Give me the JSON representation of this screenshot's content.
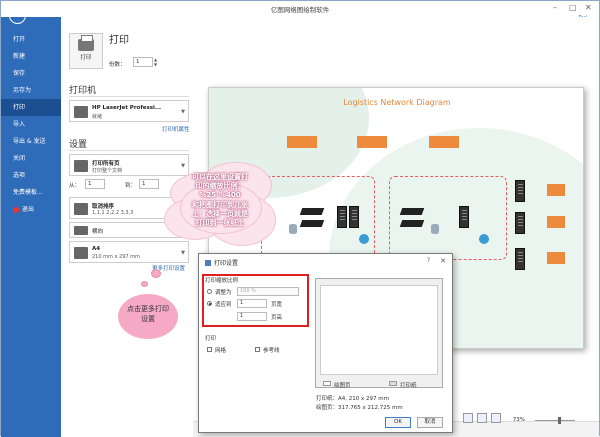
{
  "app": {
    "title": "亿图网络图绘制软件",
    "user": "Rui"
  },
  "backstage": {
    "items": [
      {
        "label": "打开"
      },
      {
        "label": "新建"
      },
      {
        "label": "保存"
      },
      {
        "label": "另存为"
      },
      {
        "label": "打印"
      },
      {
        "label": "导入"
      },
      {
        "label": "导出 & 发送"
      },
      {
        "label": "关闭"
      },
      {
        "label": "选项"
      },
      {
        "label": "免费模板..."
      },
      {
        "label": "退出"
      }
    ]
  },
  "print_panel": {
    "heading": "打印",
    "print_button": "打印",
    "copies_label": "份数：",
    "copies_value": "1",
    "printer_heading": "打印机",
    "printer_name": "HP LaserJet Professi...",
    "printer_status": "就绪",
    "printer_props": "打印机属性",
    "settings_heading": "设置",
    "range_title": "打印所有页",
    "range_sub": "打印整个文档",
    "from_label": "从：",
    "from_value": "1",
    "to_label": "到：",
    "to_value": "1",
    "collate_title": "取消排序",
    "collate_sub": "1,1,1  2,2,2  3,3,3",
    "orientation": "横向",
    "paper_title": "A4",
    "paper_sub": "210 mm x 297 mm",
    "more_settings": "更多打印设置"
  },
  "diagram": {
    "title": "Logistics Network Diagram"
  },
  "callouts": {
    "cloud_lines": [
      "可以在这里设置打",
      "印的缩放比例：",
      "%25-%400",
      "和把图打印到几张",
      "上：选择一页就是",
      "打印到一张纸上"
    ],
    "tip_lines": [
      "点击更多打印",
      "设置"
    ]
  },
  "dialog": {
    "title": "打印设置",
    "help": "?",
    "close": "✕",
    "scale_section": "打印缩放比例",
    "adjust_label": "调整为",
    "adjust_value": "100 %",
    "fit_label": "适应到",
    "fit_w": "1",
    "fit_w_unit": "页宽",
    "fit_h": "1",
    "fit_h_unit": "页高",
    "print_section": "打印",
    "grid_label": "网格",
    "guide_label": "参考线",
    "legend_drawing": "绘图页",
    "legend_print": "打印纸",
    "paper_info": "打印纸：A4, 210 x 297 mm",
    "drawing_info": "绘图页：317.765 x 212.725 mm",
    "ok": "OK",
    "cancel": "取消"
  },
  "status": {
    "zoom": "73%"
  }
}
